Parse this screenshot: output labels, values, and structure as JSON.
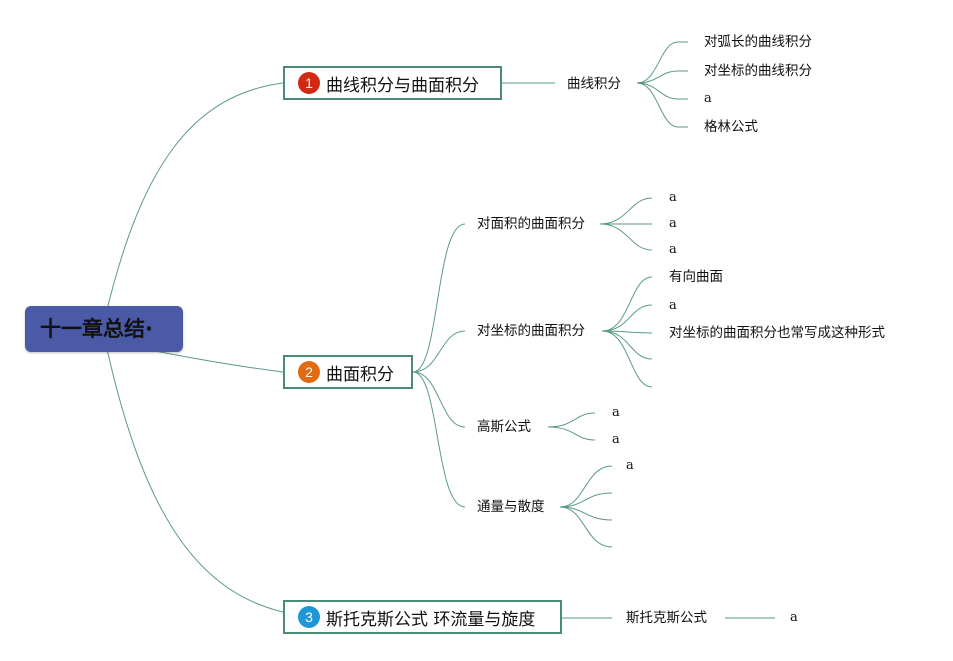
{
  "root": {
    "title": "十一章总结·"
  },
  "branches": [
    {
      "num": "1",
      "color": "#d12a12",
      "title": "曲线积分与曲面积分",
      "sub": [
        {
          "label": "曲线积分",
          "leaves": [
            "对弧长的曲线积分",
            "对坐标的曲线积分",
            "a",
            "格林公式"
          ]
        }
      ]
    },
    {
      "num": "2",
      "color": "#e16a13",
      "title": "曲面积分",
      "sub": [
        {
          "label": "对面积的曲面积分",
          "leaves": [
            "a",
            "a",
            "a"
          ]
        },
        {
          "label": "对坐标的曲面积分",
          "leaves": [
            "有向曲面",
            "a",
            "对坐标的曲面积分也常写成这种形式",
            "",
            ""
          ]
        },
        {
          "label": "高斯公式",
          "leaves": [
            "a",
            "a"
          ]
        },
        {
          "label": "通量与散度",
          "leaves": [
            "a",
            "",
            "",
            ""
          ]
        }
      ]
    },
    {
      "num": "3",
      "color": "#1f97d6",
      "title": "斯托克斯公式 环流量与旋度",
      "sub": [
        {
          "label": "斯托克斯公式",
          "leaves": [
            "a"
          ]
        }
      ]
    }
  ],
  "colors": {
    "root": "#4b5aa7",
    "line": "#5a9a86"
  }
}
